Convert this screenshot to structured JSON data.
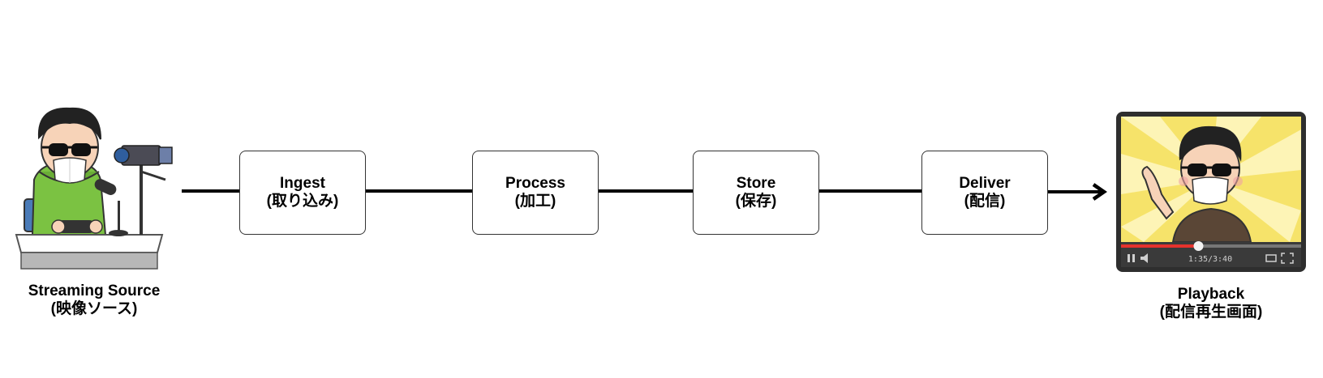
{
  "source": {
    "label": "Streaming Source",
    "sublabel": "(映像ソース)"
  },
  "stages": [
    {
      "label": "Ingest",
      "sublabel": "(取り込み)"
    },
    {
      "label": "Process",
      "sublabel": "(加工)"
    },
    {
      "label": "Store",
      "sublabel": "(保存)"
    },
    {
      "label": "Deliver",
      "sublabel": "(配信)"
    }
  ],
  "playback": {
    "label": "Playback",
    "sublabel": "(配信再生画面)",
    "time": "1:35/3:40",
    "progress": 0.43
  },
  "colors": {
    "line": "#000000",
    "hoodie": "#7bc242",
    "player_frame": "#2e2e2e",
    "burst": "#f6e36a",
    "progress_red": "#e5322d"
  }
}
